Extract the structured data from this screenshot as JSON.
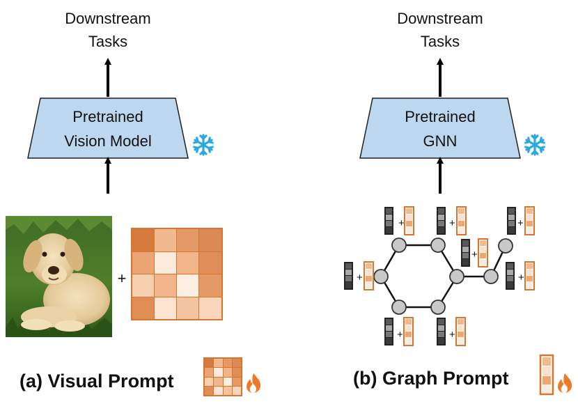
{
  "left": {
    "tasks_line1": "Downstream",
    "tasks_line2": "Tasks",
    "model_line1": "Pretrained",
    "model_line2": "Vision Model",
    "plus": "+",
    "caption": "(a) Visual Prompt",
    "frozen_icon": "snowflake-icon",
    "tunable_icon": "fire-icon",
    "input_image": "dog-photo"
  },
  "right": {
    "tasks_line1": "Downstream",
    "tasks_line2": "Tasks",
    "model_line1": "Pretrained",
    "model_line2": "GNN",
    "plus": "+",
    "caption": "(b) Graph Prompt",
    "frozen_icon": "snowflake-icon",
    "tunable_icon": "fire-icon"
  },
  "colors": {
    "model_fill": "#bdd7ee",
    "model_stroke": "#1f1f1f",
    "prompt_orange": "#d9742f",
    "snowflake": "#2aa8e0",
    "fire": "#ef7a25",
    "node_fill": "#c8c8c8"
  }
}
